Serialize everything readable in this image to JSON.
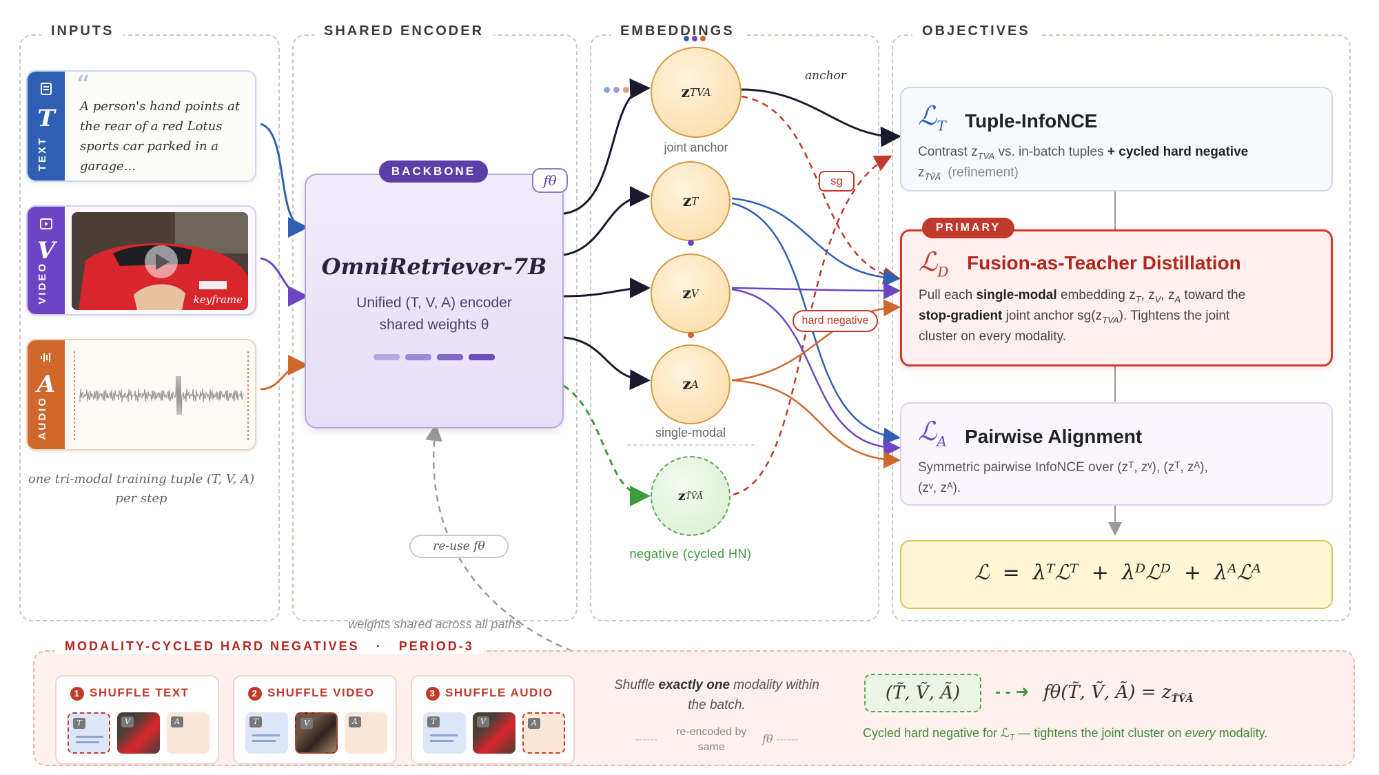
{
  "sections": {
    "inputs": "INPUTS",
    "encoder": "SHARED ENCODER",
    "embeddings": "EMBEDDINGS",
    "objectives": "OBJECTIVES"
  },
  "inputs": {
    "text_label": "TEXT",
    "text_letter": "T",
    "video_label": "VIDEO",
    "video_letter": "V",
    "audio_label": "AUDIO",
    "audio_letter": "A",
    "quote_mark": "“",
    "caption": "A person's hand points at the rear of a red Lotus sports car parked in a garage...",
    "keyframe": "keyframe",
    "footnote": "one tri-modal training tuple (T, V, A) per step"
  },
  "encoder": {
    "badge": "BACKBONE",
    "ftheta": "fθ",
    "name": "OmniRetriever-7B",
    "line1": "Unified (T, V, A) encoder",
    "line2": "shared weights θ",
    "reuse": "re-use fθ",
    "shared_note": "weights shared across all paths"
  },
  "embeddings": {
    "z_tva": "z",
    "z_tva_sub": "TVA",
    "joint_anchor": "joint anchor",
    "z_t_sub": "T",
    "z_v_sub": "V",
    "z_a_sub": "A",
    "single_modal": "single-modal",
    "z_neg_sub": "T̃ṼÃ",
    "negative_label": "negative (cycled HN)",
    "anchor": "anchor",
    "sg": "sg",
    "hard_negative": "hard negative"
  },
  "objectives": {
    "tuple": {
      "symbol": "ℒ",
      "sub": "T",
      "title": "Tuple-InfoNCE",
      "body1": "Contrast z",
      "body1_sub": "TVA",
      "body1_mid": " vs. in-batch tuples ",
      "body1_bold": "+ cycled hard negative",
      "body2_z": "z",
      "body2_sub": "T̃ṼÃ",
      "body2_rest": "(refinement)"
    },
    "primary_badge": "PRIMARY",
    "distill": {
      "symbol": "ℒ",
      "sub": "D",
      "title": "Fusion-as-Teacher Distillation",
      "line1_pre": "Pull each ",
      "line1_bold": "single-modal",
      "line1_mid": " embedding z",
      "line1_post": " toward the",
      "line2_bold": "stop-gradient",
      "line2_rest": " joint anchor sg(z",
      "line2_end": "). Tightens the joint",
      "line3": "cluster on every modality."
    },
    "align": {
      "symbol": "ℒ",
      "sub": "A",
      "title": "Pairwise Alignment",
      "line1": "Symmetric pairwise InfoNCE over (zᵀ, zᵛ), (zᵀ, zᴬ),",
      "line2": "(zᵛ, zᴬ)."
    },
    "total": "ℒ  =  λᵀℒᵀ  +  λᴰℒᴰ  +  λᴬℒᴬ"
  },
  "cycle": {
    "title": "MODALITY-CYCLED HARD NEGATIVES",
    "period": "PERIOD-3",
    "sep": "·",
    "items": [
      {
        "num": "1",
        "label": "SHUFFLE TEXT"
      },
      {
        "num": "2",
        "label": "SHUFFLE VIDEO"
      },
      {
        "num": "3",
        "label": "SHUFFLE AUDIO"
      }
    ],
    "desc_pre": "Shuffle ",
    "desc_bold": "exactly one",
    "desc_post": " modality within the batch.",
    "reencoded": "re-encoded by same",
    "reencoded_f": "fθ",
    "tuple_box": "(T̃, Ṽ, Ã)",
    "formula": "fθ(T̃, Ṽ, Ã) = z",
    "formula_sub": "T̃ṼÃ",
    "caption_pre": "Cycled hard negative for ℒ",
    "caption_sub": "T",
    "caption_mid": " — tightens the joint cluster on ",
    "caption_em": "every",
    "caption_post": " modality."
  },
  "colors": {
    "text": "#2f5fb3",
    "video": "#6b45c4",
    "audio": "#d0682b",
    "negative": "#3f9a3a",
    "sg": "#c0392b",
    "primary": "#c0392b"
  }
}
